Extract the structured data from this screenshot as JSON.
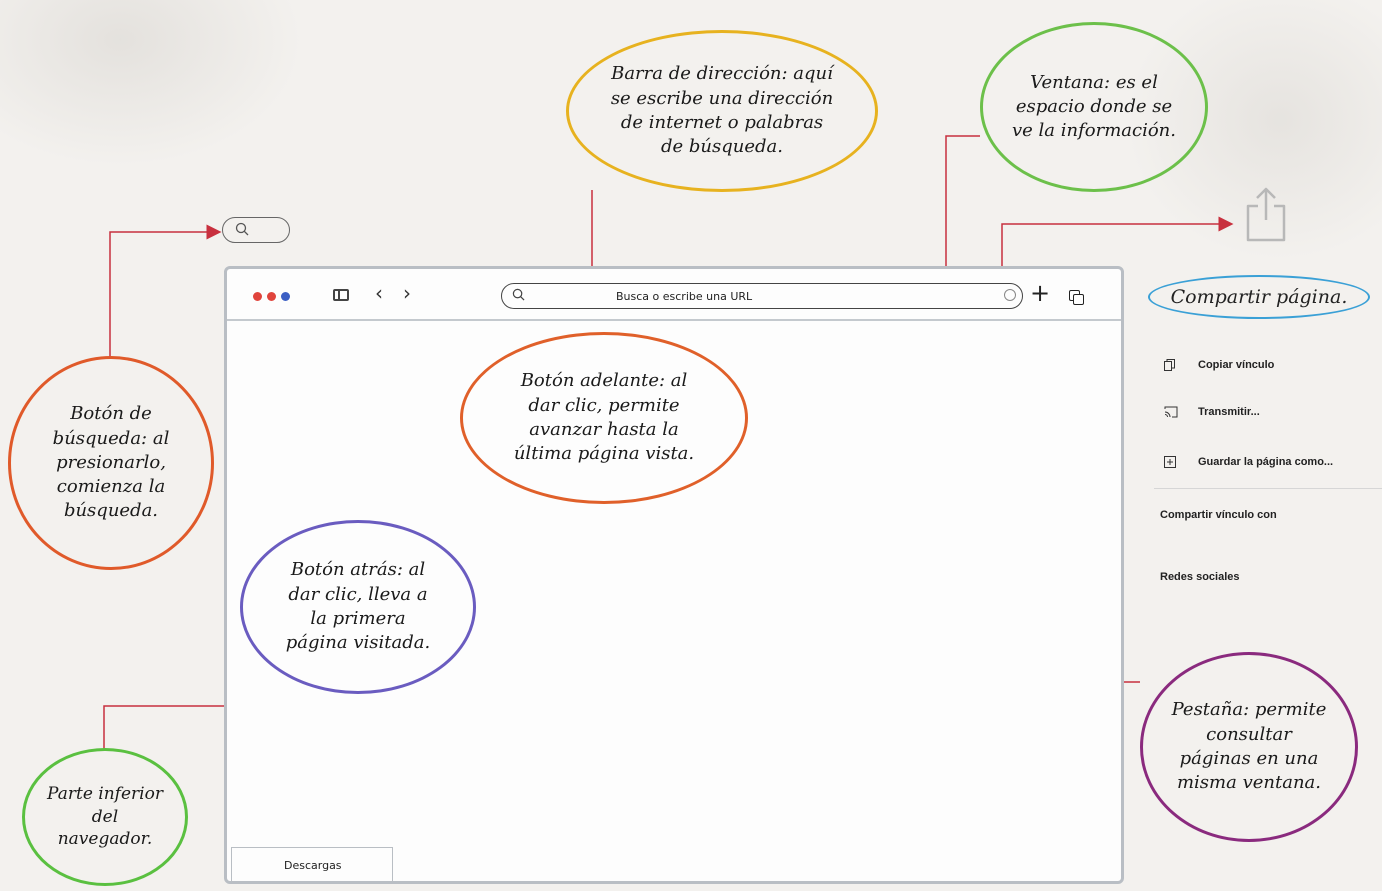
{
  "browser": {
    "url_placeholder": "Busca o escribe una URL",
    "status_tab_label": "Descargas"
  },
  "share_panel": {
    "title": "Compartir página.",
    "items": [
      {
        "label": "Copiar vínculo",
        "icon": "copy-icon"
      },
      {
        "label": "Transmitir...",
        "icon": "cast-icon"
      },
      {
        "label": "Guardar la página como...",
        "icon": "save-page-icon"
      }
    ],
    "section_share_link": "Compartir vínculo con",
    "section_social": "Redes sociales"
  },
  "annotations": {
    "address_bar": "Barra de dirección: aquí se escribe una dirección de internet o palabras de búsqueda.",
    "window": "Ventana: es el espacio donde se ve la información.",
    "search_button": "Botón de búsqueda: al presionarlo, comienza la búsqueda.",
    "forward_button": "Botón adelante: al dar clic, permite avanzar hasta la última página vista.",
    "back_button": "Botón atrás: al dar clic, lleva a la primera página visitada.",
    "bottom_part": "Parte inferior del navegador.",
    "tab": "Pestaña: permite consultar páginas en una misma ventana."
  },
  "colors": {
    "arrow": "#c8303e",
    "address_outline": "#e7b21f",
    "window_outline": "#6cc04a",
    "search_outline": "#e05a2a",
    "forward_outline": "#e0602a",
    "back_outline": "#6a5cc0",
    "bottom_outline": "#5ac040",
    "tab_outline": "#8a2a7e",
    "share_outline": "#3aa0d6"
  }
}
